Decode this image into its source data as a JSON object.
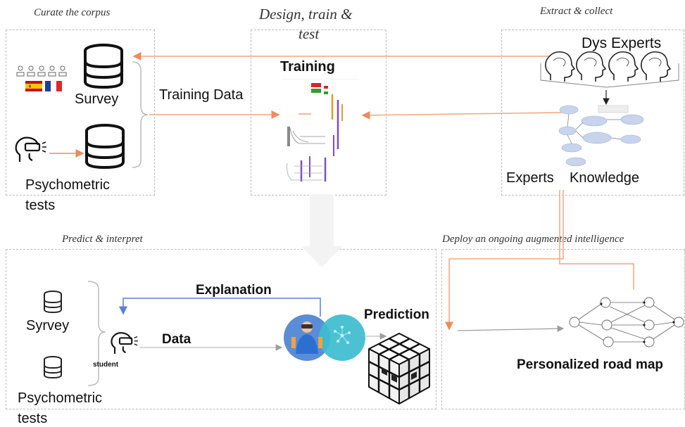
{
  "phases": {
    "curate": "Curate the corpus",
    "design_line1": "Design, train &",
    "design_line2": "test",
    "extract": "Extract & collect",
    "predict": "Predict & interpret",
    "deploy": "Deploy an ongoing augmented intelligence"
  },
  "curate": {
    "survey": "Survey",
    "psychometric_line1": "Psychometric",
    "psychometric_line2": "tests",
    "training_data": "Training Data"
  },
  "design": {
    "training": "Training"
  },
  "extract": {
    "dys_experts": "Dys Experts",
    "experts": "Experts",
    "knowledge": "Knowledge"
  },
  "predict": {
    "syrvey": "Syrvey",
    "psychometric_line1": "Psychometric",
    "psychometric_line2": "tests",
    "student": "student",
    "data": "Data",
    "explanation": "Explanation",
    "prediction": "Prediction"
  },
  "deploy": {
    "road_map": "Personalized road map"
  },
  "colors": {
    "orange": "#f4a582",
    "blue": "#5b7fd6",
    "purple": "#7b4fc4",
    "grey": "#9e9e9e"
  }
}
